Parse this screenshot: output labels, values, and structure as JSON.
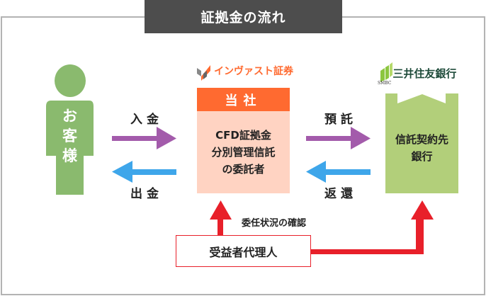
{
  "title": "証拠金の流れ",
  "customer": {
    "label": "お客様"
  },
  "company": {
    "logo_text": "インヴァスト証券",
    "header": "当社",
    "body_lines": [
      "CFD証拠金",
      "分別管理信託",
      "の委託者"
    ]
  },
  "bank": {
    "logo_text": "三井住友銀行",
    "logo_sub": "SMBC",
    "body_lines": [
      "信託契約先",
      "銀行"
    ]
  },
  "flows": {
    "deposit": "入金",
    "withdraw": "出金",
    "entrust": "預託",
    "return": "返還",
    "confirm": "委任状況の確認"
  },
  "agent": {
    "label": "受益者代理人"
  },
  "colors": {
    "green_person": "#8aba6e",
    "green_bank": "#b2cf7a",
    "orange": "#ff6a30",
    "pink": "#ffd3c2",
    "purple": "#a35bab",
    "blue": "#3ea6ea",
    "red": "#e8202a"
  }
}
